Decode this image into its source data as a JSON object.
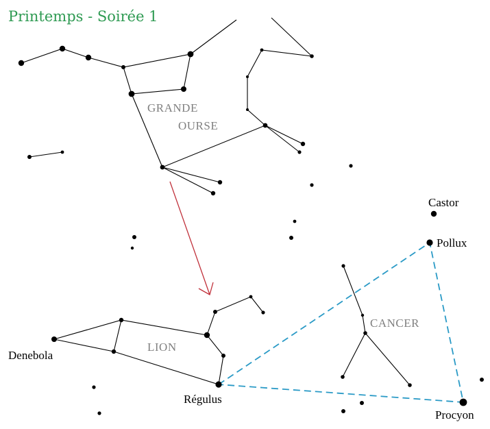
{
  "title": {
    "text": "Printemps - Soirée 1",
    "color": "#2e9a52"
  },
  "constellations": {
    "grande_ourse": {
      "line1": "GRANDE",
      "line2": "OURSE"
    },
    "lion": "LION",
    "cancer": "CANCER"
  },
  "stars": {
    "castor": "Castor",
    "pollux": "Pollux",
    "procyon": "Procyon",
    "regulus": "Régulus",
    "denebola": "Denebola"
  },
  "colors": {
    "lines": "#000000",
    "dashed_triangle": "#2a9ac6",
    "pointer_arrow": "#c0303a",
    "constellation_labels": "#808080"
  }
}
